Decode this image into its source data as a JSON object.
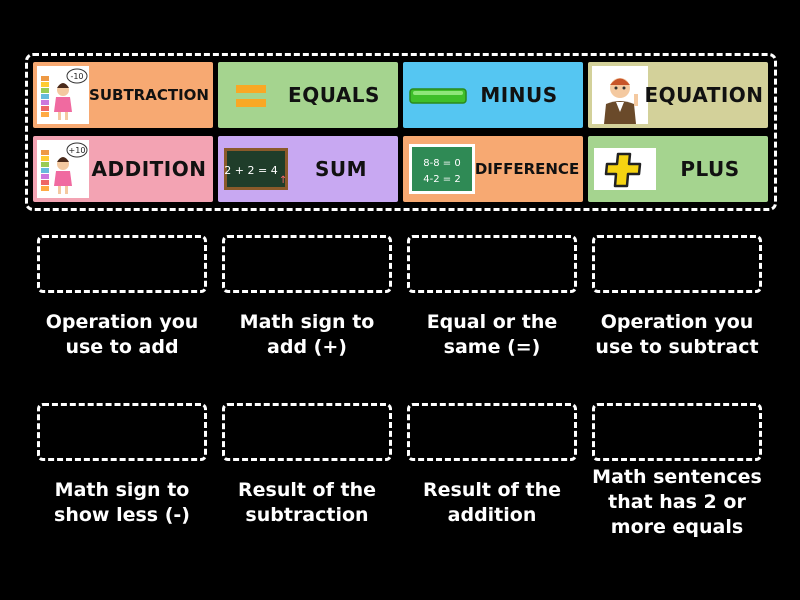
{
  "tiles": [
    {
      "label": "SUBTRACTION",
      "color": "#f7a972",
      "icon": "subtraction-girl-icon"
    },
    {
      "label": "EQUALS",
      "color": "#a5d48f",
      "icon": "equals-sign-icon"
    },
    {
      "label": "MINUS",
      "color": "#55c6f2",
      "icon": "minus-bar-icon"
    },
    {
      "label": "EQUATION",
      "color": "#d3d19a",
      "icon": "teacher-icon"
    },
    {
      "label": "ADDITION",
      "color": "#f3a3b3",
      "icon": "addition-girl-icon"
    },
    {
      "label": "SUM",
      "color": "#c8a8f2",
      "icon": "chalkboard-sum-icon"
    },
    {
      "label": "DIFFERENCE",
      "color": "#f7a972",
      "icon": "chalkboard-difference-icon"
    },
    {
      "label": "PLUS",
      "color": "#a5d48f",
      "icon": "plus-sign-icon"
    }
  ],
  "icon_text": {
    "subtraction_badge": "-10",
    "addition_badge": "+10",
    "sum_board": "2 + 2 = 4",
    "diff_line1": "8-8 = 0",
    "diff_line2": "4-2 = 2"
  },
  "clues": [
    "Operation you use to add",
    "Math sign to add (+)",
    "Equal or the same (=)",
    "Operation you use to subtract",
    "Math sign to show less (-)",
    "Result of the subtraction",
    "Result of the addition",
    "Math sentences that has 2 or more equals"
  ]
}
